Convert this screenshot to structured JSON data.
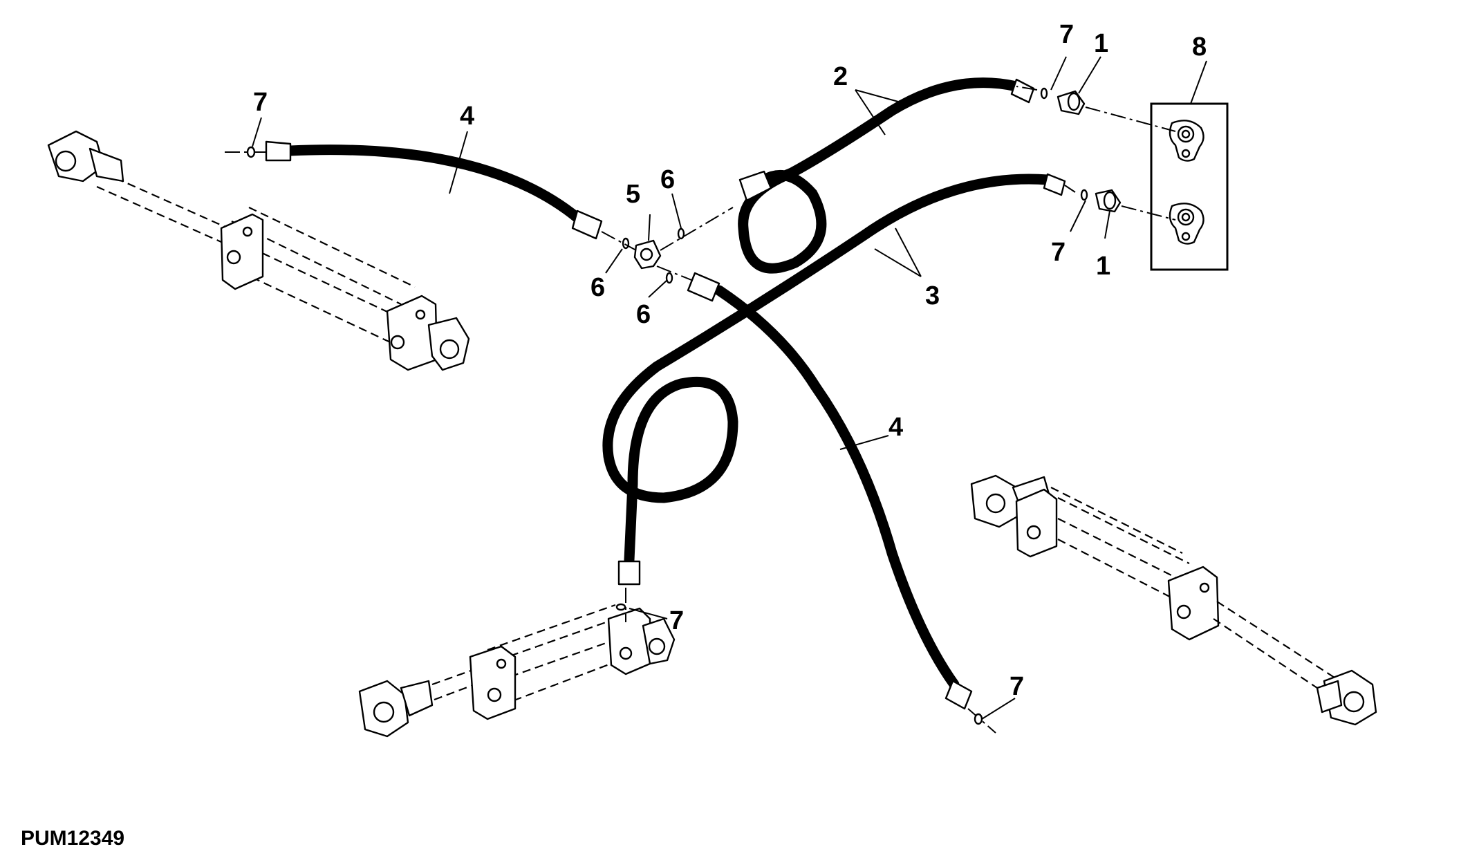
{
  "figure": {
    "id": "PUM12349"
  },
  "callouts": {
    "c1_top": "1",
    "c1_bottom": "1",
    "c2": "2",
    "c3": "3",
    "c4_left": "4",
    "c4_right": "4",
    "c5": "5",
    "c6_top": "6",
    "c6_left": "6",
    "c6_mid": "6",
    "c7_top_left": "7",
    "c7_top_right": "7",
    "c7_mid_right": "7",
    "c7_bottom_left": "7",
    "c7_bottom_right": "7",
    "c8": "8"
  },
  "icons": [
    "hydraulic-cylinder-icon",
    "hydraulic-hose-icon",
    "quick-coupler-icon",
    "tee-fitting-icon",
    "o-ring-icon",
    "coupler-bracket-icon"
  ]
}
